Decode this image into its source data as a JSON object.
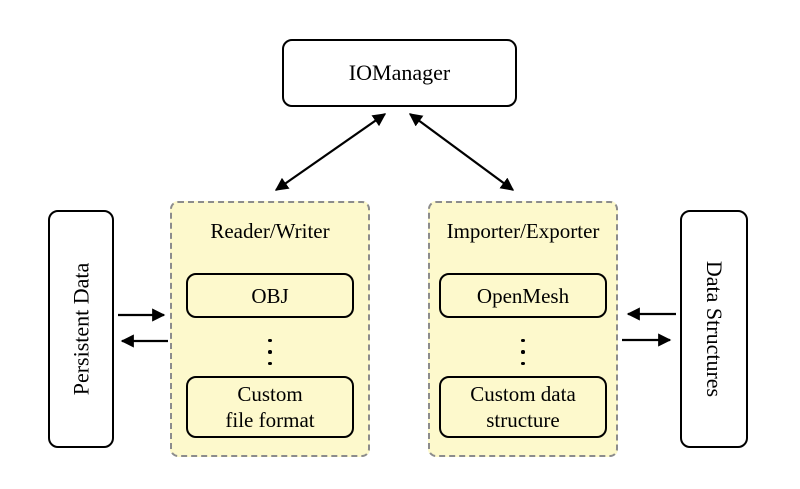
{
  "colors": {
    "group_fill": "#fdf9cc",
    "group_border": "#8c8c8c",
    "node_border": "#000000",
    "node_fill": "#ffffff",
    "arrow": "#000000"
  },
  "nodes": {
    "iomanager": {
      "label": "IOManager"
    },
    "persistent_data": {
      "label": "Persistent Data"
    },
    "data_structures": {
      "label": "Data Structures"
    }
  },
  "groups": {
    "reader_writer": {
      "title": "Reader/Writer",
      "items": [
        {
          "label": "OBJ"
        },
        {
          "label": "Custom\nfile format"
        }
      ]
    },
    "importer_exporter": {
      "title": "Importer/Exporter",
      "items": [
        {
          "label": "OpenMesh"
        },
        {
          "label": "Custom data\nstructure"
        }
      ]
    }
  },
  "connections": [
    {
      "from": "IOManager",
      "to": "Reader/Writer",
      "type": "bidirectional"
    },
    {
      "from": "IOManager",
      "to": "Importer/Exporter",
      "type": "bidirectional"
    },
    {
      "from": "Persistent Data",
      "to": "Reader/Writer",
      "type": "one-way"
    },
    {
      "from": "Reader/Writer",
      "to": "Persistent Data",
      "type": "one-way"
    },
    {
      "from": "Data Structures",
      "to": "Importer/Exporter",
      "type": "one-way"
    },
    {
      "from": "Importer/Exporter",
      "to": "Data Structures",
      "type": "one-way"
    }
  ]
}
